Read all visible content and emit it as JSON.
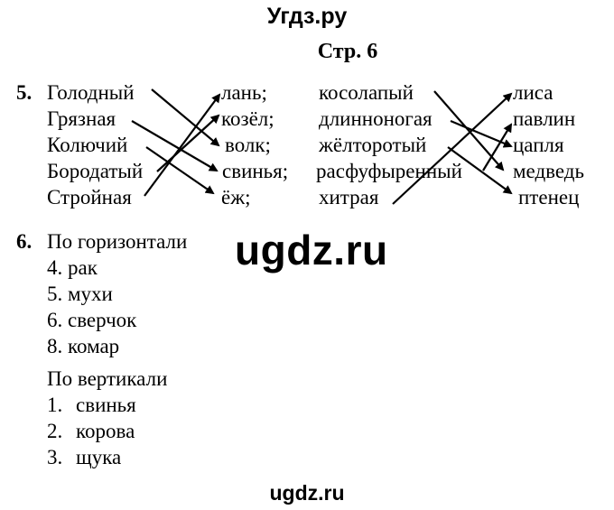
{
  "header": {
    "site_title": "Угдз.ру",
    "page_label": "Стр. 6"
  },
  "task5": {
    "number": "5.",
    "left_group": {
      "adjectives": [
        "Голодный",
        "Грязная",
        "Колючий",
        "Бородатый",
        "Стройная"
      ],
      "animals": [
        "лань;",
        "козёл;",
        "волк;",
        "свинья;",
        "ёж;"
      ],
      "matches": [
        {
          "from": "Голодный",
          "to": "волк"
        },
        {
          "from": "Грязная",
          "to": "свинья"
        },
        {
          "from": "Колючий",
          "to": "ёж"
        },
        {
          "from": "Бородатый",
          "to": "козёл"
        },
        {
          "from": "Стройная",
          "to": "лань"
        }
      ]
    },
    "right_group": {
      "adjectives": [
        "косолапый",
        "длинноногая",
        "жёлторотый",
        "расфуфыренный",
        "хитрая"
      ],
      "animals": [
        "лиса",
        "павлин",
        "цапля",
        "медведь",
        "птенец"
      ],
      "matches": [
        {
          "from": "косолапый",
          "to": "медведь"
        },
        {
          "from": "длинноногая",
          "to": "цапля"
        },
        {
          "from": "жёлторотый",
          "to": "птенец"
        },
        {
          "from": "расфуфыренный",
          "to": "павлин"
        },
        {
          "from": "хитрая",
          "to": "лиса"
        }
      ]
    }
  },
  "task6": {
    "number": "6.",
    "horizontal_heading": "По горизонтали",
    "horizontal": [
      "4. рак",
      "5. мухи",
      "6. сверчок",
      "8. комар"
    ],
    "vertical_heading": "По вертикали",
    "vertical": [
      {
        "n": "1.",
        "word": "свинья"
      },
      {
        "n": "2.",
        "word": "корова"
      },
      {
        "n": "3.",
        "word": "щука"
      }
    ]
  },
  "watermarks": {
    "center": "ugdz.ru",
    "bottom": "ugdz.ru"
  },
  "colors": {
    "text": "#000000",
    "background": "#ffffff"
  }
}
